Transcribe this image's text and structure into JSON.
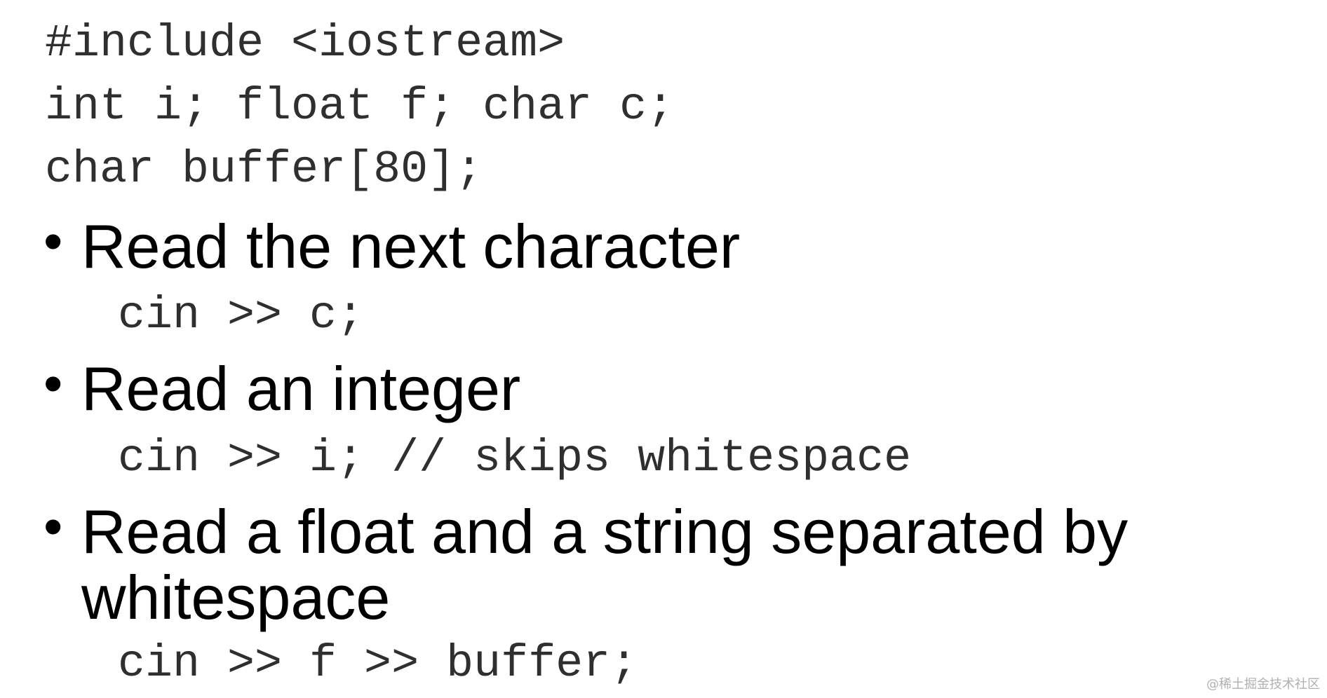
{
  "code_header": [
    "#include <iostream>",
    "int i; float f; char c;",
    "char buffer[80];"
  ],
  "bullets": [
    {
      "text": "Read the next character",
      "code": "cin >> c;"
    },
    {
      "text": "Read an integer",
      "code": "cin >> i; // skips whitespace"
    },
    {
      "text": "Read a float and a string separated by whitespace",
      "code": "cin >> f >> buffer;"
    }
  ],
  "watermark": "@稀土掘金技术社区",
  "colors": {
    "background": "#ffffff",
    "bullet_text": "#000000",
    "code_text": "#2f2f2f",
    "watermark": "#b0b0b0"
  }
}
